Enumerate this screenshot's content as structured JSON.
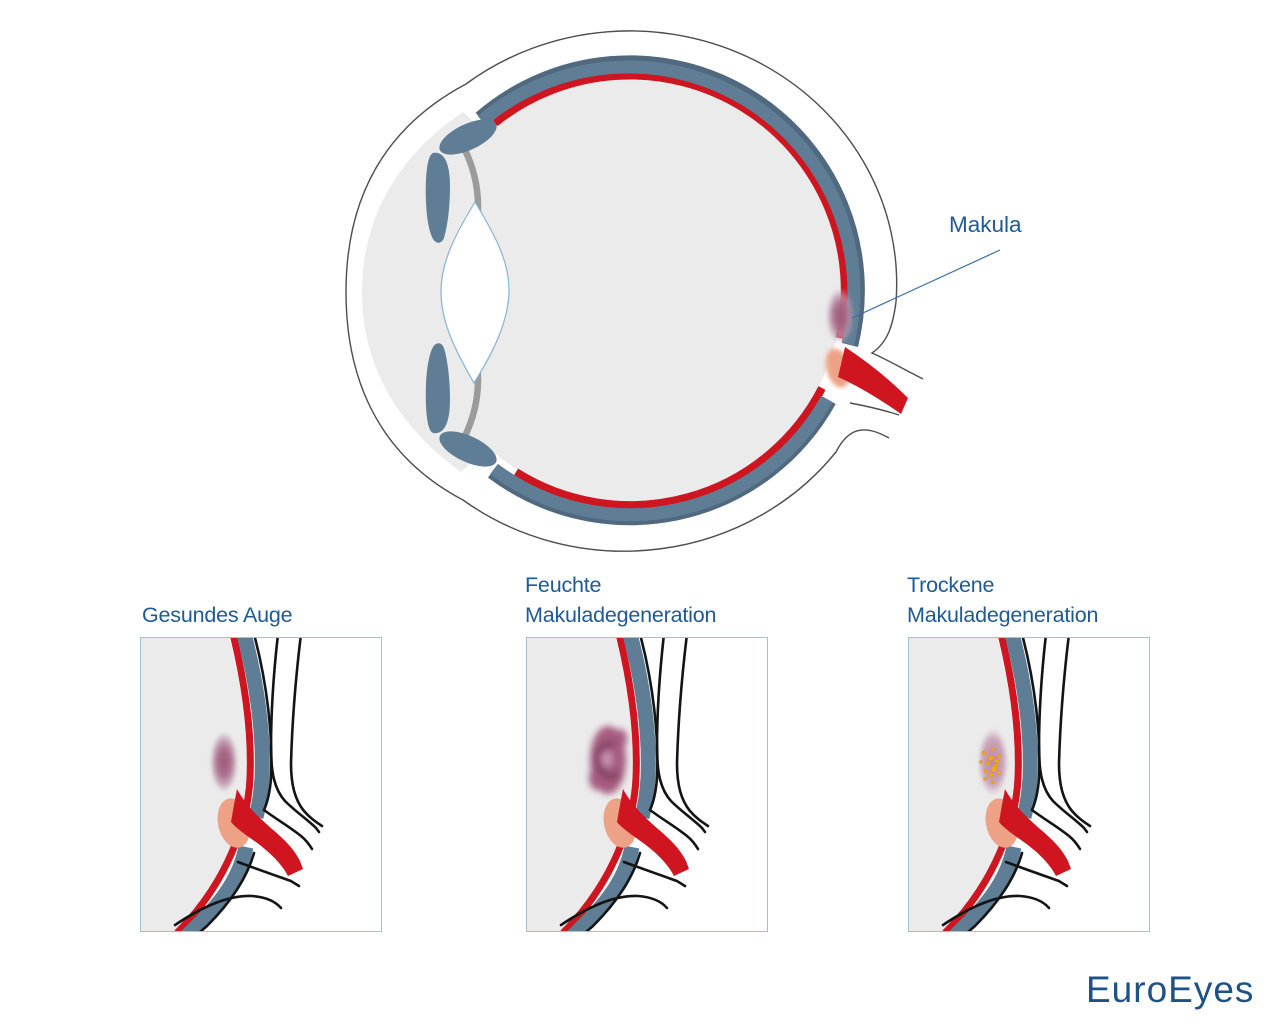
{
  "diagram": {
    "macula_label": "Makula"
  },
  "panels": [
    {
      "title_line1": "",
      "title_line2": "Gesundes Auge",
      "variant": "healthy"
    },
    {
      "title_line1": "Feuchte",
      "title_line2": "Makuladegeneration",
      "variant": "wet"
    },
    {
      "title_line1": "Trockene",
      "title_line2": "Makuladegeneration",
      "variant": "dry"
    }
  ],
  "logo": {
    "text": "EuroEyes"
  },
  "colors": {
    "band_blue": "#5f7e95",
    "band_edge_dark": "#50697e",
    "retina_red": "#ce1520",
    "vitreous_gray": "#ebebeb",
    "macula_core": "#9c5878",
    "macula_mid": "#a76988",
    "macula_edge": "#d0b4c5",
    "macula_dry_core": "#bb87a3",
    "macula_dry_edge": "#d4b7c7",
    "wet_base": "#a3567b",
    "wet_dark": "#7c3a5c",
    "wet_light": "#c791ad",
    "disc_orange": "#eea285",
    "drusen_yellow": "#f0a622",
    "drusen_deep": "#d98b1a",
    "outline_gray": "#4d4d4d",
    "panel_line_black": "#141414",
    "iris_gray": "#9b9b9b",
    "lens_stroke": "#86b3d1",
    "label_blue": "#1d5a96",
    "leader_blue": "#3a6ea5",
    "logo_blue": "#1d5286",
    "panel_border": "#a9bfce"
  }
}
